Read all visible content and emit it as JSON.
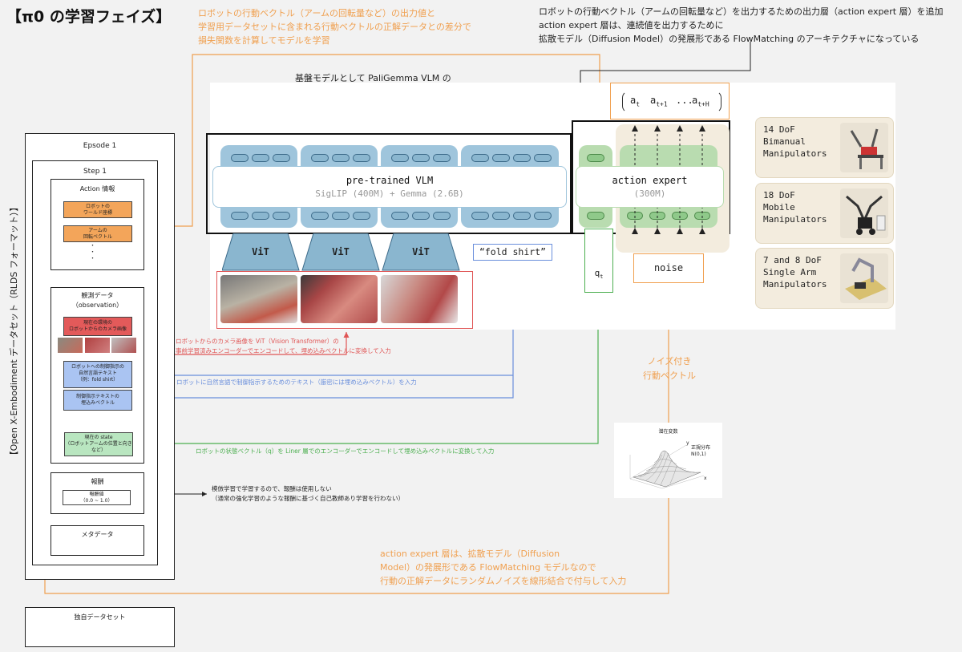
{
  "title": "【π0 の学習フェイズ】",
  "notes": {
    "loss": "ロボットの行動ベクトル（アームの回転量など）の出力値と\n学習用データセットに含まれる行動ベクトルの正解データとの差分で\n損失関数を計算してモデルを学習",
    "action_layer": "ロボットの行動ベクトル（アームの回転量など）を出力するための出力層（action expert 層）を追加\naction expert 層は、連続値を出力するために\n拡散モデル（Diffusion Model）の発展形である FlowMatching のアーキテクチャになっている",
    "base_model": "基盤モデルとして PaliGemma VLM の\n事前学習モデルを使用",
    "camera": "ロボットからのカメラ画像を ViT（Vision Transformer）の\n事前学習済みエンコーダーでエンコードして、埋め込みベクトルに変換して入力",
    "text": "ロボットに自然言語で制御指示するためのテキスト（厳密には埋め込みベクトル）を入力",
    "state": "ロボットの状態ベクトル（q）を Liner 層でのエンコーダーでエンコードして埋め込みベクトルに変換して入力",
    "reward": "模倣学習で学習するので、報酬は使用しない\n（通常の強化学習のような報酬に基づく自己教師あり学習を行わない）",
    "noisy_action": "ノイズ付き\n行動ベクトル",
    "flow": "action expert 層は、拡散モデル（Diffusion\nModel）の発展形である FlowMatching モデルなので\n行動の正解データにランダムノイズを線形結合で付与して入力"
  },
  "dataset": {
    "side_label": "【Open X-Embodiment データセット（RLDS フォーマット）】",
    "episode": "Epsode 1",
    "step": "Step 1",
    "action_title": "Action 情報",
    "action_items": [
      "ロボットの\nワールド座標",
      "アームの\n回転ベクトル"
    ],
    "dots": "・\n・\n・",
    "obs_title": "観測データ\n（observation）",
    "camera_item": "現在の環境の\nロボットからのカメラ画像",
    "text_item": "ロボットへの制御指示の\n自然言語テキスト\n（例：fold shirt）",
    "embed_item": "制御指示テキストの\n埋込みベクトル",
    "state_item": "現在の state\n（ロボットアームの位置と向き\nなど）",
    "reward_title": "報酬",
    "reward_value": "報酬値\n（0.0 ~ 1.0）",
    "meta_title": "メタデータ",
    "own_dataset": "独自データセット"
  },
  "model": {
    "vlm_title": "pre-trained VLM",
    "vlm_sub": "SigLIP (400M) + Gemma (2.6B)",
    "vit_labels": [
      "ViT",
      "ViT",
      "ViT"
    ],
    "prompt": "“fold shirt”",
    "ae_title": "action expert",
    "ae_sub": "(300M)",
    "q_label": "q",
    "q_sub": "t",
    "noise_label": "noise",
    "actions": [
      {
        "base": "a",
        "sub": "t"
      },
      {
        "base": "a",
        "sub": "t+1"
      },
      {
        "base": "...",
        "sub": ""
      },
      {
        "base": "a",
        "sub": "t+H"
      }
    ]
  },
  "robots": [
    "14 DoF\nBimanual\nManipulators",
    "18 DoF\nMobile\nManipulators",
    "7 and 8 DoF\nSingle Arm\nManipulators"
  ],
  "gaussian": {
    "title": "潜在変数",
    "dist": "正規分布\nN(0,1)",
    "y": "y",
    "x": "x"
  },
  "colors": {
    "orange": "#f0a050",
    "red": "#e05555",
    "blue": "#6a8fdc",
    "green": "#4caf50",
    "vlm_blue": "#9fc5dc",
    "ae_green": "#b9dcb0"
  }
}
